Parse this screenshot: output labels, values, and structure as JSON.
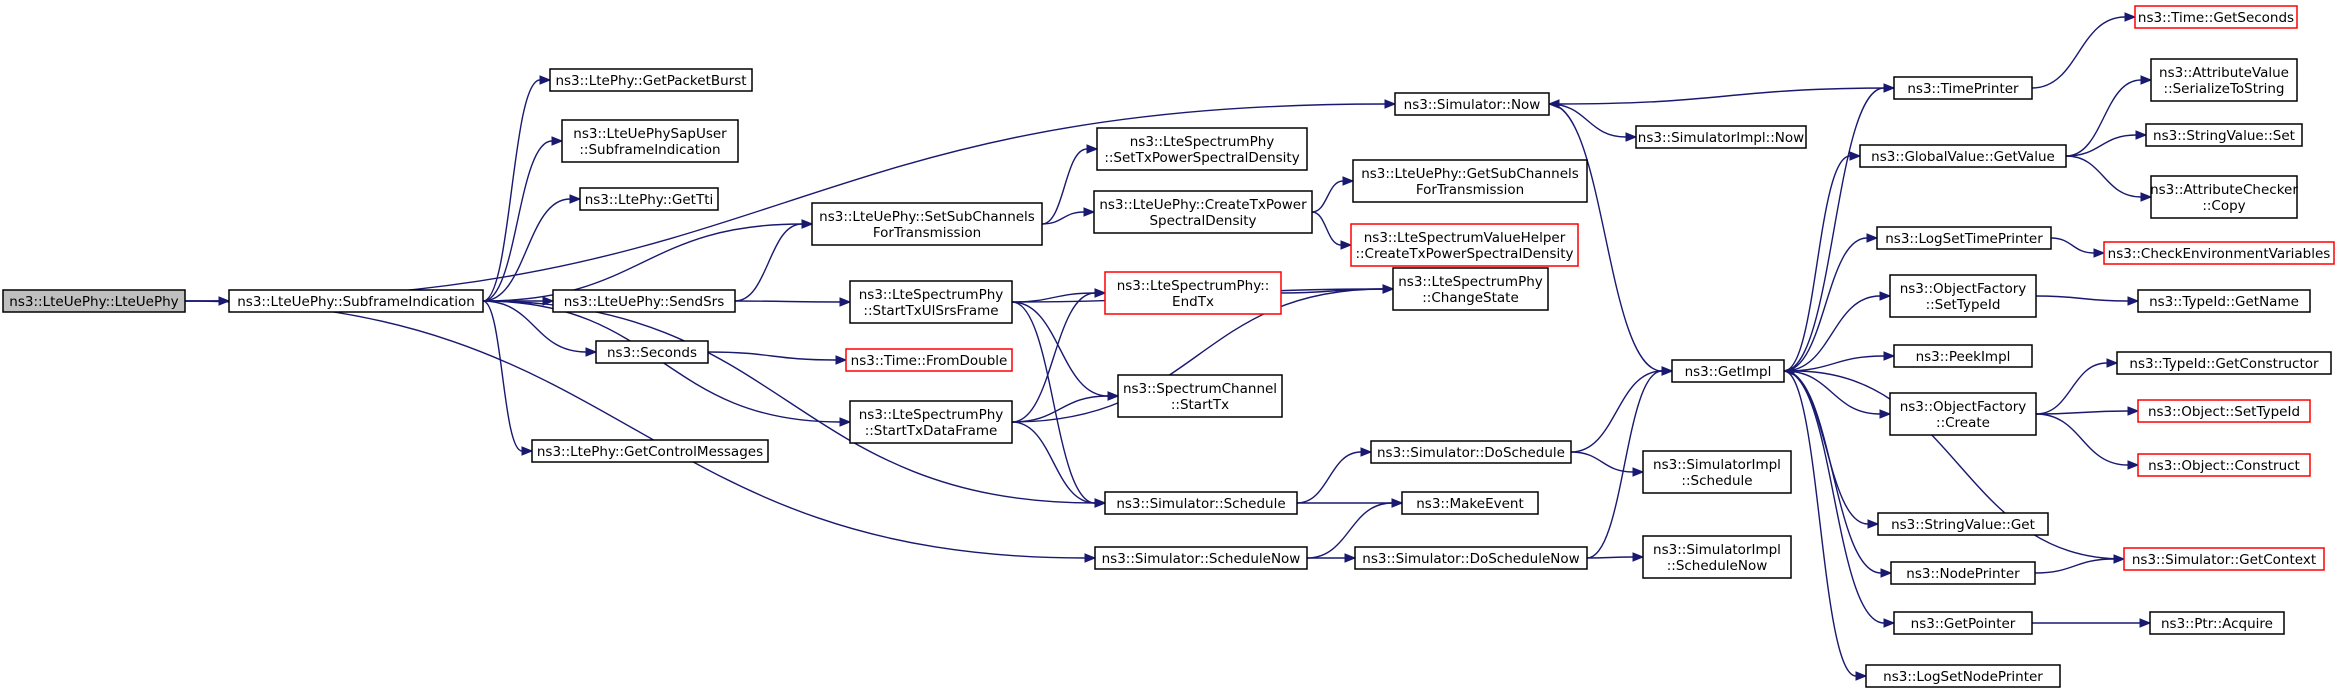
{
  "colors": {
    "edge": "#191970",
    "node_border": "#000000",
    "node_border_external": "#ff0000",
    "root_fill": "#bfbfbf",
    "background": "#ffffff"
  },
  "nodes": {
    "root": [
      "ns3::LteUePhy::LteUePhy"
    ],
    "subframe": [
      "ns3::LteUePhy::SubframeIndication"
    ],
    "getpacketburst": [
      "ns3::LtePhy::GetPacketBurst"
    ],
    "sapuser": [
      "ns3::LteUePhySapUser",
      "::SubframeIndication"
    ],
    "gettti": [
      "ns3::LtePhy::GetTti"
    ],
    "setsubch": [
      "ns3::LteUePhy::SetSubChannels",
      "ForTransmission"
    ],
    "sendsrs": [
      "ns3::LteUePhy::SendSrs"
    ],
    "seconds": [
      "ns3::Seconds"
    ],
    "getctrl": [
      "ns3::LtePhy::GetControlMessages"
    ],
    "settxpsd": [
      "ns3::LteSpectrumPhy",
      "::SetTxPowerSpectralDensity"
    ],
    "createtxpsd": [
      "ns3::LteUePhy::CreateTxPower",
      "SpectralDensity"
    ],
    "getsubch": [
      "ns3::LteUePhy::GetSubChannels",
      "ForTransmission"
    ],
    "helper": [
      "ns3::LteSpectrumValueHelper",
      "::CreateTxPowerSpectralDensity"
    ],
    "ulsrs": [
      "ns3::LteSpectrumPhy",
      "::StartTxUlSrsFrame"
    ],
    "endtx": [
      "ns3::LteSpectrumPhy::",
      "EndTx"
    ],
    "changestate": [
      "ns3::LteSpectrumPhy",
      "::ChangeState"
    ],
    "fromdouble": [
      "ns3::Time::FromDouble"
    ],
    "chstarttx": [
      "ns3::SpectrumChannel",
      "::StartTx"
    ],
    "datafr": [
      "ns3::LteSpectrumPhy",
      "::StartTxDataFrame"
    ],
    "schedule": [
      "ns3::Simulator::Schedule"
    ],
    "makeevent": [
      "ns3::MakeEvent"
    ],
    "scheduleNow": [
      "ns3::Simulator::ScheduleNow"
    ],
    "doschedule": [
      "ns3::Simulator::DoSchedule"
    ],
    "doscheduleNow": [
      "ns3::Simulator::DoScheduleNow"
    ],
    "implSched": [
      "ns3::SimulatorImpl",
      "::Schedule"
    ],
    "implSchedNow": [
      "ns3::SimulatorImpl",
      "::ScheduleNow"
    ],
    "now": [
      "ns3::Simulator::Now"
    ],
    "implNow": [
      "ns3::SimulatorImpl::Now"
    ],
    "getimpl": [
      "ns3::GetImpl"
    ],
    "timeprinter": [
      "ns3::TimePrinter"
    ],
    "getseconds": [
      "ns3::Time::GetSeconds"
    ],
    "gvget": [
      "ns3::GlobalValue::GetValue"
    ],
    "serialize": [
      "ns3::AttributeValue",
      "::SerializeToString"
    ],
    "strset": [
      "ns3::StringValue::Set"
    ],
    "checkercopy": [
      "ns3::AttributeChecker",
      "::Copy"
    ],
    "logsettime": [
      "ns3::LogSetTimePrinter"
    ],
    "checkenv": [
      "ns3::CheckEnvironmentVariables"
    ],
    "ofsettype": [
      "ns3::ObjectFactory",
      "::SetTypeId"
    ],
    "typegetname": [
      "ns3::TypeId::GetName"
    ],
    "peekimpl": [
      "ns3::PeekImpl"
    ],
    "ofcreate": [
      "ns3::ObjectFactory",
      "::Create"
    ],
    "typegetctor": [
      "ns3::TypeId::GetConstructor"
    ],
    "objsettype": [
      "ns3::Object::SetTypeId"
    ],
    "objconstruct": [
      "ns3::Object::Construct"
    ],
    "strget": [
      "ns3::StringValue::Get"
    ],
    "nodeprinter": [
      "ns3::NodePrinter"
    ],
    "getcontext": [
      "ns3::Simulator::GetContext"
    ],
    "getpointer": [
      "ns3::GetPointer"
    ],
    "ptracquire": [
      "ns3::Ptr::Acquire"
    ],
    "logsetnode": [
      "ns3::LogSetNodePrinter"
    ]
  }
}
